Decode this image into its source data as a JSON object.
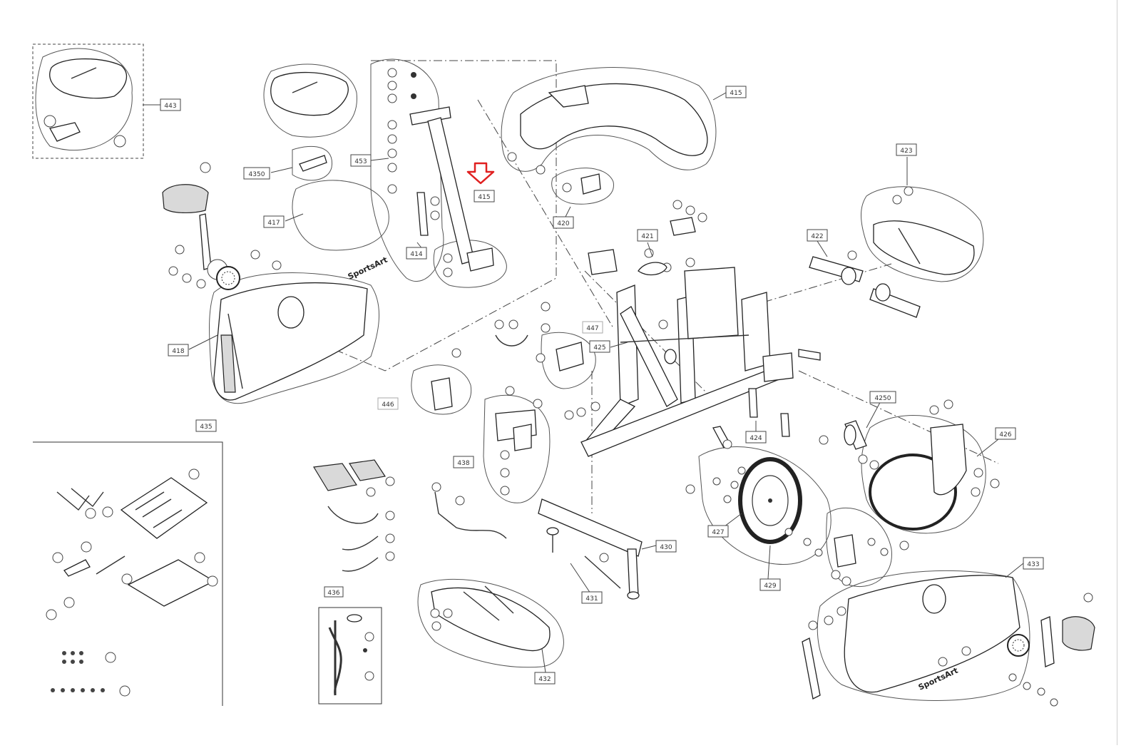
{
  "diagram": {
    "callouts": [
      {
        "key": "c443",
        "text": "443"
      },
      {
        "key": "c415top",
        "text": "415"
      },
      {
        "key": "c423",
        "text": "423"
      },
      {
        "key": "c4350",
        "text": "4350"
      },
      {
        "key": "c453",
        "text": "453"
      },
      {
        "key": "c415",
        "text": "415"
      },
      {
        "key": "c417",
        "text": "417"
      },
      {
        "key": "c418",
        "text": "418"
      },
      {
        "key": "c414",
        "text": "414"
      },
      {
        "key": "c420",
        "text": "420"
      },
      {
        "key": "c421",
        "text": "421"
      },
      {
        "key": "c422",
        "text": "422"
      },
      {
        "key": "c425",
        "text": "425"
      },
      {
        "key": "c447",
        "text": "447"
      },
      {
        "key": "c446",
        "text": "446"
      },
      {
        "key": "c435",
        "text": "435"
      },
      {
        "key": "c438",
        "text": "438"
      },
      {
        "key": "c424",
        "text": "424"
      },
      {
        "key": "c4250",
        "text": "4250"
      },
      {
        "key": "c426",
        "text": "426"
      },
      {
        "key": "c427",
        "text": "427"
      },
      {
        "key": "c429",
        "text": "429"
      },
      {
        "key": "c430",
        "text": "430"
      },
      {
        "key": "c431",
        "text": "431"
      },
      {
        "key": "c432",
        "text": "432"
      },
      {
        "key": "c433",
        "text": "433"
      },
      {
        "key": "c436",
        "text": "436"
      }
    ],
    "brand_marks": [
      "SportsArt",
      "SportsArt"
    ],
    "highlight_arrow": {
      "color": "#e02020",
      "target_label": "415"
    }
  }
}
